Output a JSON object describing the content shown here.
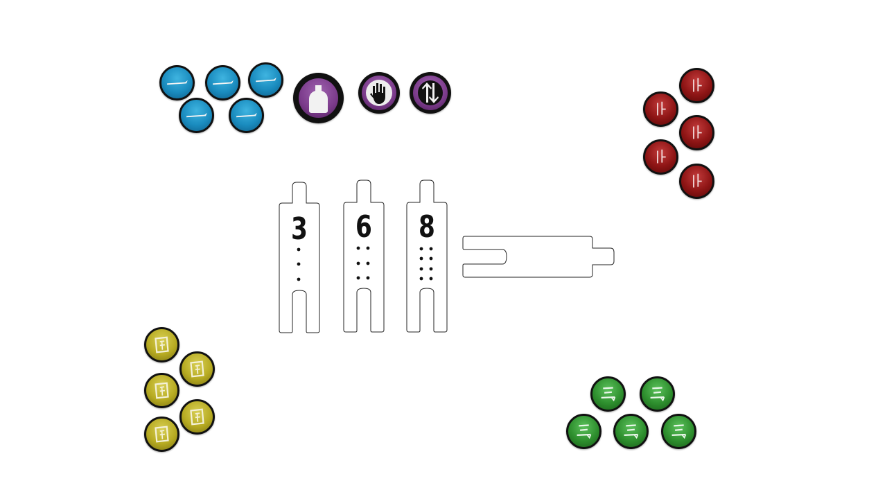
{
  "colors": {
    "blue": "#1a8cbf",
    "red": "#8e1515",
    "yellow": "#b7ab22",
    "green": "#2e8f2e",
    "special_purple": "#7a3a8a",
    "token_border": "#111111"
  },
  "token_groups": [
    {
      "name": "blue-tokens",
      "color": "blue",
      "count": 5,
      "icon": "blade-icon"
    },
    {
      "name": "red-tokens",
      "color": "red",
      "count": 5,
      "icon": "rune-icon"
    },
    {
      "name": "yellow-tokens",
      "color": "yellow",
      "count": 5,
      "icon": "door-icon"
    },
    {
      "name": "green-tokens",
      "color": "green",
      "count": 5,
      "icon": "glyph-icon"
    }
  ],
  "special_tokens": [
    {
      "name": "target-token",
      "icon": "target-icon"
    },
    {
      "name": "hand-token",
      "icon": "hand-icon"
    },
    {
      "name": "swap-token",
      "icon": "swap-arrows-icon"
    }
  ],
  "templates": [
    {
      "label": "3",
      "dots": 3
    },
    {
      "label": "6",
      "dots": 6
    },
    {
      "label": "8",
      "dots": 8
    }
  ]
}
